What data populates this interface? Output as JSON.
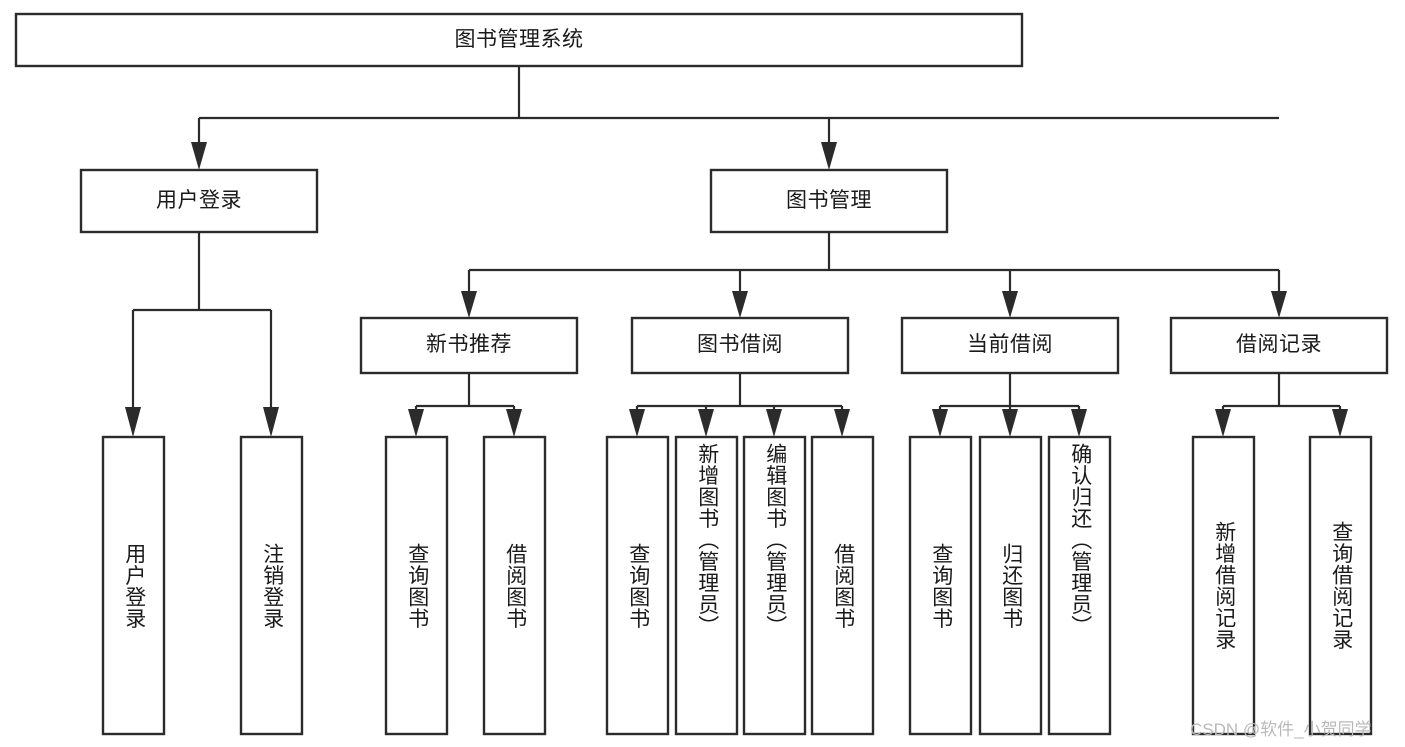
{
  "diagram": {
    "type": "tree-hierarchy",
    "title": "图书管理系统",
    "watermark": "CSDN @软件_小贺同学",
    "colors": {
      "background": "#ffffff",
      "box_fill": "#ffffff",
      "box_stroke": "#2b2b2b",
      "text": "#1a1a1a",
      "watermark": "#b9b9b9"
    },
    "root": {
      "label": "图书管理系统"
    },
    "level2": [
      {
        "label": "用户登录"
      },
      {
        "label": "图书管理"
      }
    ],
    "level3": [
      {
        "label": "新书推荐"
      },
      {
        "label": "图书借阅"
      },
      {
        "label": "当前借阅"
      },
      {
        "label": "借阅记录"
      }
    ],
    "leaves": {
      "user_login": [
        {
          "label": "用户登录"
        },
        {
          "label": "注销登录"
        }
      ],
      "new_book_recommend": [
        {
          "label": "查询图书"
        },
        {
          "label": "借阅图书"
        }
      ],
      "book_borrow": [
        {
          "label": "查询图书"
        },
        {
          "label": "新增图书（管理员）"
        },
        {
          "label": "编辑图书（管理员）"
        },
        {
          "label": "借阅图书"
        }
      ],
      "current_borrow": [
        {
          "label": "查询图书"
        },
        {
          "label": "归还图书"
        },
        {
          "label": "确认归还（管理员）"
        }
      ],
      "borrow_record": [
        {
          "label": "新增借阅记录"
        },
        {
          "label": "查询借阅记录"
        }
      ]
    }
  }
}
